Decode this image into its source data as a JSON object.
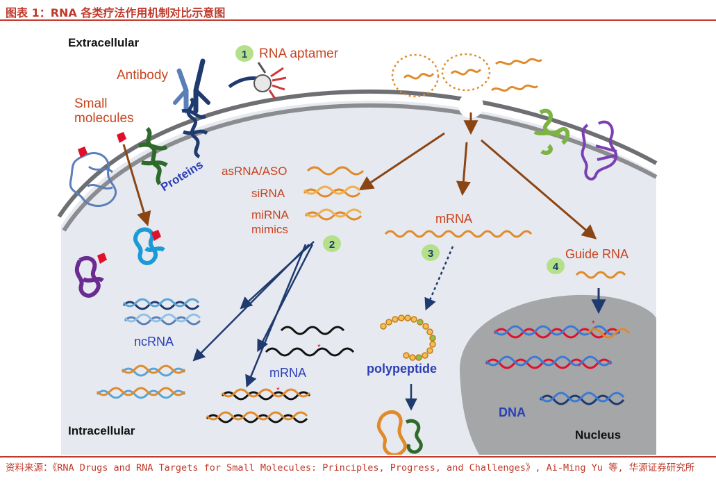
{
  "header": {
    "title": "图表 1：RNA 各类疗法作用机制对比示意图"
  },
  "diagram": {
    "extracellular": "Extracellular",
    "intracellular": "Intracellular",
    "nucleus": "Nucleus",
    "rna_aptamer": "RNA aptamer",
    "antibody": "Antibody",
    "small_molecules_1": "Small",
    "small_molecules_2": "molecules",
    "proteins": "Proteins",
    "asrna_aso": "asRNA/ASO",
    "sirna": "siRNA",
    "mirna_1": "miRNA",
    "mirna_2": "mimics",
    "mrna_top": "mRNA",
    "guide_rna": "Guide RNA",
    "ncrna": "ncRNA",
    "mrna_bottom": "mRNA",
    "polypeptide": "polypeptide",
    "dna": "DNA",
    "markers": [
      "1",
      "2",
      "3",
      "4"
    ]
  },
  "colors": {
    "accent_red": "#c0392b",
    "label_orange": "#c8441f",
    "label_blue": "#2b3fb5",
    "arrow_brown": "#8b4513",
    "arrow_navy": "#1f3a6e",
    "marker_green": "#b5e08a",
    "cell_fill": "#e6e9ef",
    "nucleus_fill": "#a4a6a8"
  },
  "footer": {
    "source": "资料来源：《RNA Drugs and RNA Targets for Small Molecules: Principles, Progress, and Challenges》, Ai-Ming Yu 等, 华源证券研究所"
  }
}
